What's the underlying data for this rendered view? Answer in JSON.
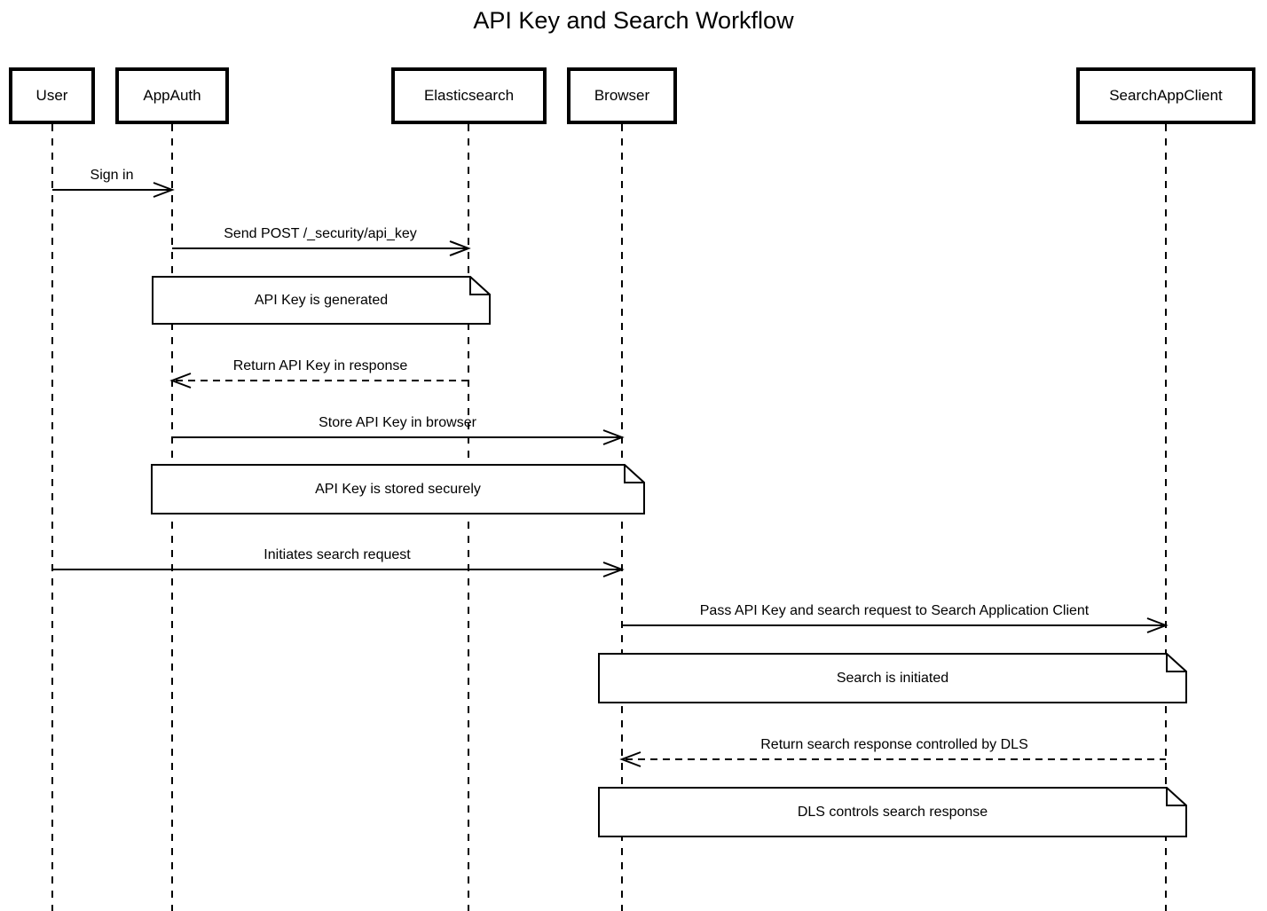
{
  "title": "API Key and Search Workflow",
  "colors": {
    "line": "#000000",
    "text": "#000000",
    "background": "#ffffff"
  },
  "participants": [
    {
      "label": "User"
    },
    {
      "label": "AppAuth"
    },
    {
      "label": "Elasticsearch"
    },
    {
      "label": "Browser"
    },
    {
      "label": "SearchAppClient"
    }
  ],
  "messages": [
    {
      "label": "Sign in",
      "from": "User",
      "to": "AppAuth",
      "style": "solid"
    },
    {
      "label": "Send POST /_security/api_key",
      "from": "AppAuth",
      "to": "Elasticsearch",
      "style": "solid"
    },
    {
      "label": "Return API Key in response",
      "from": "Elasticsearch",
      "to": "AppAuth",
      "style": "dashed"
    },
    {
      "label": "Store API Key in browser",
      "from": "AppAuth",
      "to": "Browser",
      "style": "solid"
    },
    {
      "label": "Initiates search request",
      "from": "User",
      "to": "Browser",
      "style": "solid"
    },
    {
      "label": "Pass API Key and search request to Search Application Client",
      "from": "Browser",
      "to": "SearchAppClient",
      "style": "solid"
    },
    {
      "label": "Return search response controlled by DLS",
      "from": "SearchAppClient",
      "to": "Browser",
      "style": "dashed"
    }
  ],
  "notes": [
    {
      "text": "API Key is generated",
      "over": "AppAuth, Elasticsearch"
    },
    {
      "text": "API Key is stored securely",
      "over": "AppAuth, Browser"
    },
    {
      "text": "Search is initiated",
      "over": "Browser, SearchAppClient"
    },
    {
      "text": "DLS controls search response",
      "over": "Browser, SearchAppClient"
    }
  ]
}
